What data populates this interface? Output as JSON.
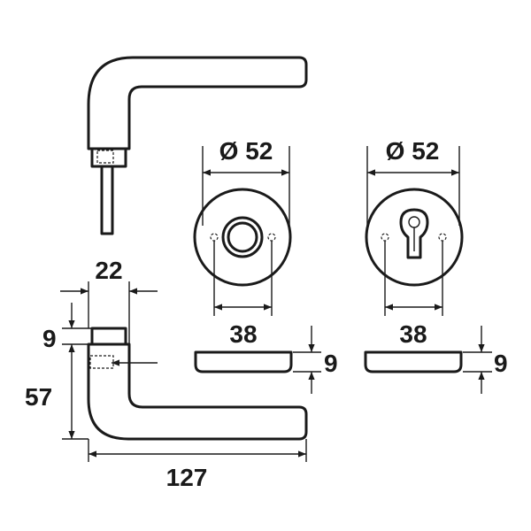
{
  "dimensions": {
    "rose_plain_diameter": "Ø 52",
    "rose_key_diameter": "Ø 52",
    "rose_plain_hole_spacing": "38",
    "rose_key_hole_spacing": "38",
    "rose_plain_thickness": "9",
    "rose_key_thickness": "9",
    "handle_neck_width": "22",
    "handle_collar_height": "9",
    "handle_drop": "57",
    "handle_length": "127"
  }
}
